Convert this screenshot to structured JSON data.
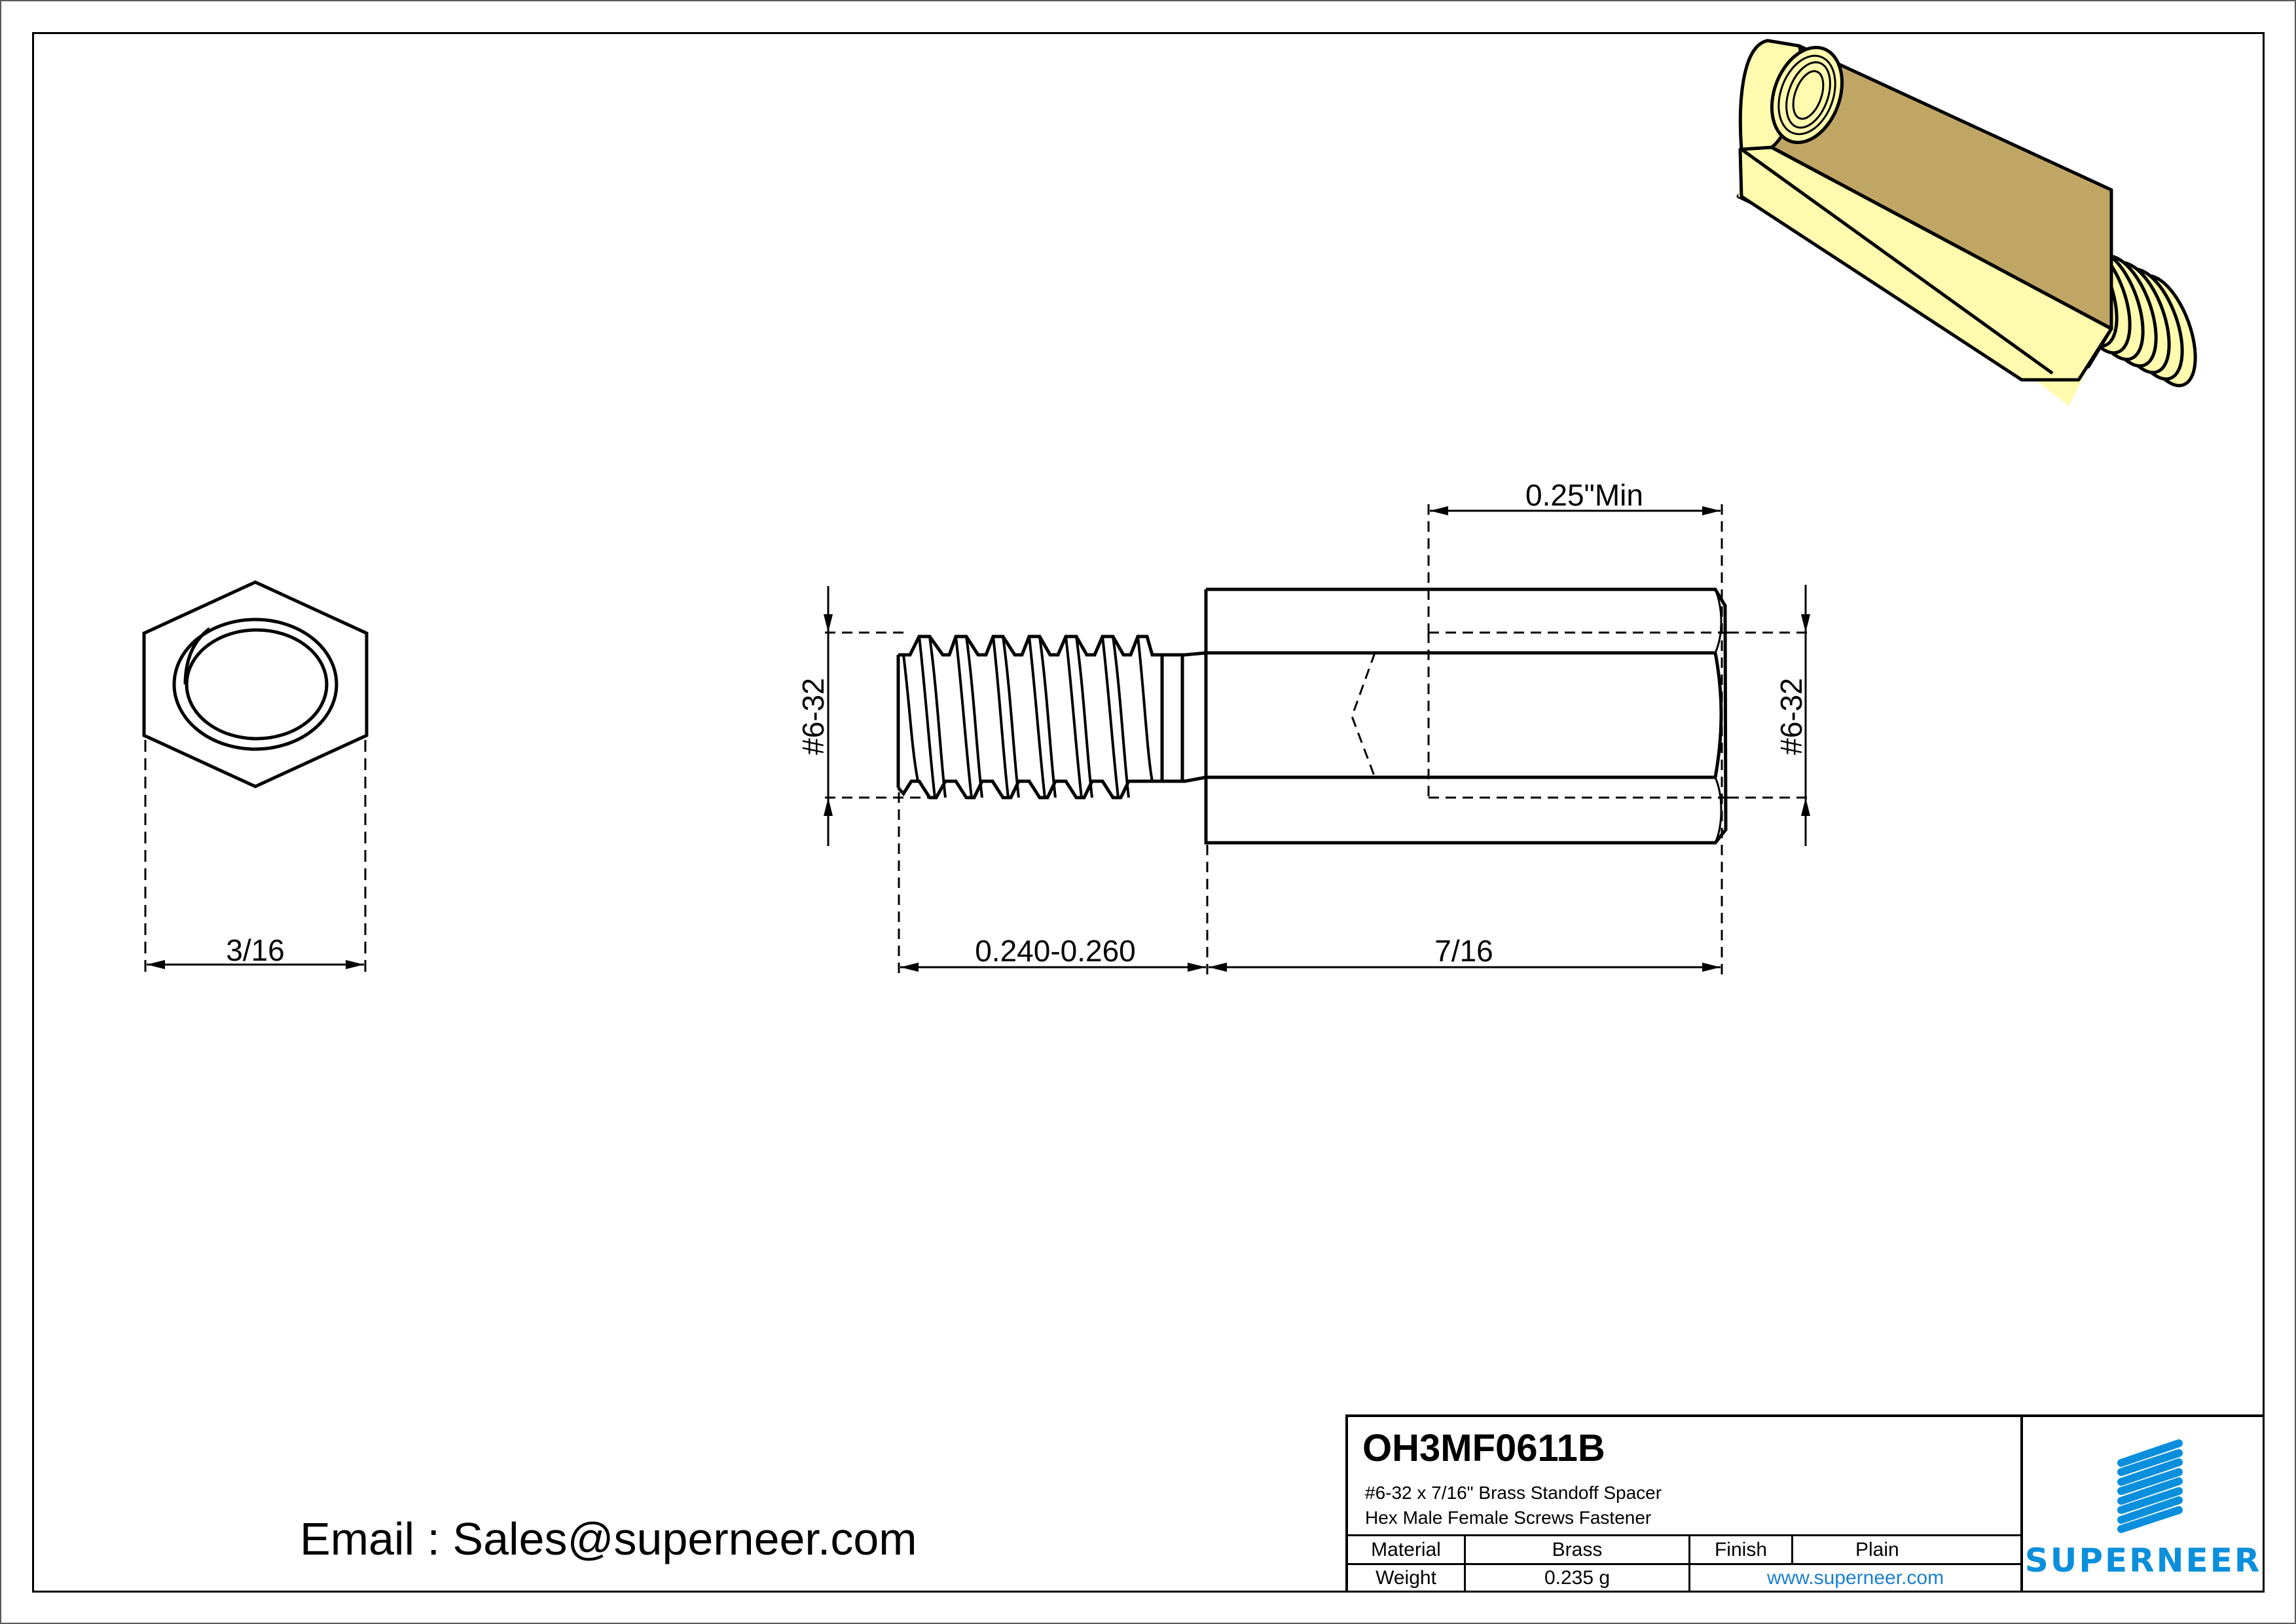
{
  "drawing": {
    "end_view": {
      "dimension_width": "3/16"
    },
    "side_view": {
      "thread_male_label": "#6-32",
      "thread_female_label": "#6-32",
      "thread_depth_label": "0.25\"Min",
      "male_length_label": "0.240-0.260",
      "body_length_label": "7/16"
    },
    "isometric": {
      "description": "brass-hex-standoff-3d-render",
      "light_color": "#FFFBAE",
      "shadow_color": "#C0A665"
    }
  },
  "contact": {
    "email_text": "Email : Sales@superneer.com"
  },
  "title_block": {
    "part_number": "OH3MF0611B",
    "description_line1": "#6-32 x 7/16\" Brass Standoff Spacer",
    "description_line2": "Hex Male Female Screws Fastener",
    "material_label": "Material",
    "material_value": "Brass",
    "finish_label": "Finish",
    "finish_value": "Plain",
    "weight_label": "Weight",
    "weight_value": "0.235 g",
    "website": "www.superneer.com",
    "brand_name": "SUPERNEER",
    "brand_color": "#0A8FDC"
  }
}
